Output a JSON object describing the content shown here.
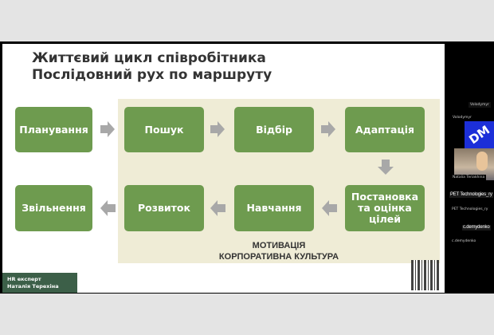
{
  "slide": {
    "title_line1": "Життєвий цикл співробітника",
    "title_line2": "Послідовний рух по маршруту",
    "steps": [
      "Планування",
      "Пошук",
      "Відбір",
      "Адаптація",
      "Постановка та оцінка цілей",
      "Навчання",
      "Розвиток",
      "Звільнення"
    ],
    "motivation": "МОТИВАЦІЯ",
    "culture": "КОРПОРАТИВНА КУЛЬТУРА",
    "author_line1": "HR експерт",
    "author_line2": "Наталія Терехіна"
  },
  "participants": {
    "p1_tag": "Volodymyr",
    "p1_name": "Volodymyr",
    "logo": "DM",
    "p2_name": "Natalia Teriakhina",
    "p3_tag": "PET Technologies_ry",
    "p3_name": "PET Technologies_ry",
    "p4_tag": "c.demydenko",
    "p4_name": "c.demydenko"
  },
  "colors": {
    "box": "#6e9b4f",
    "beige": "#efecd6",
    "arrow": "#a8a8a8"
  }
}
